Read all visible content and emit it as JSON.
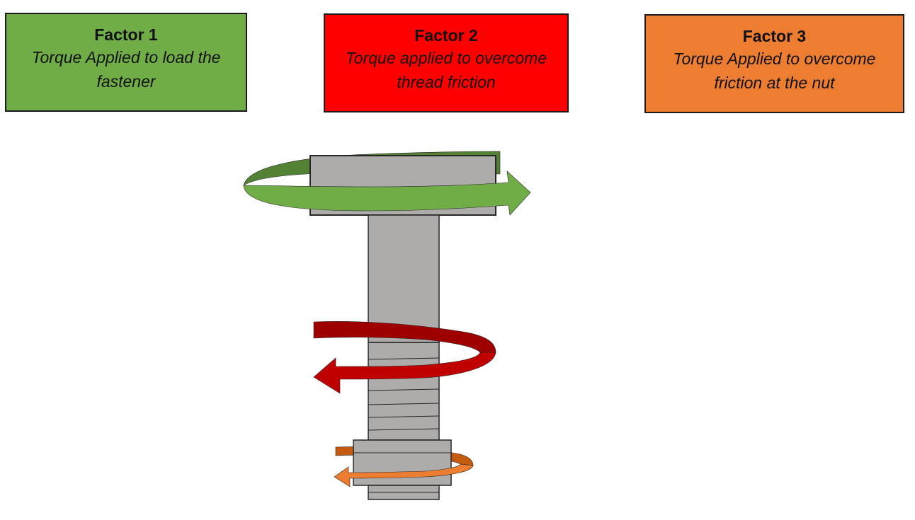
{
  "factors": [
    {
      "title": "Factor 1",
      "description": "Torque Applied to load the fastener",
      "color": "#70AD47"
    },
    {
      "title": "Factor 2",
      "description": "Torque applied to overcome thread friction",
      "color": "#FF0000"
    },
    {
      "title": "Factor 3",
      "description": "Torque Applied to overcome friction at the nut",
      "color": "#ED7D31"
    }
  ],
  "colors": {
    "bolt": "#AEABAB",
    "outline": "#262626",
    "arrow_green": "#70AD47",
    "arrow_green_dark": "#548235",
    "arrow_red": "#C00000",
    "arrow_red_dark": "#9E0000",
    "arrow_orange": "#ED7D31",
    "arrow_orange_dark": "#C55A11"
  }
}
